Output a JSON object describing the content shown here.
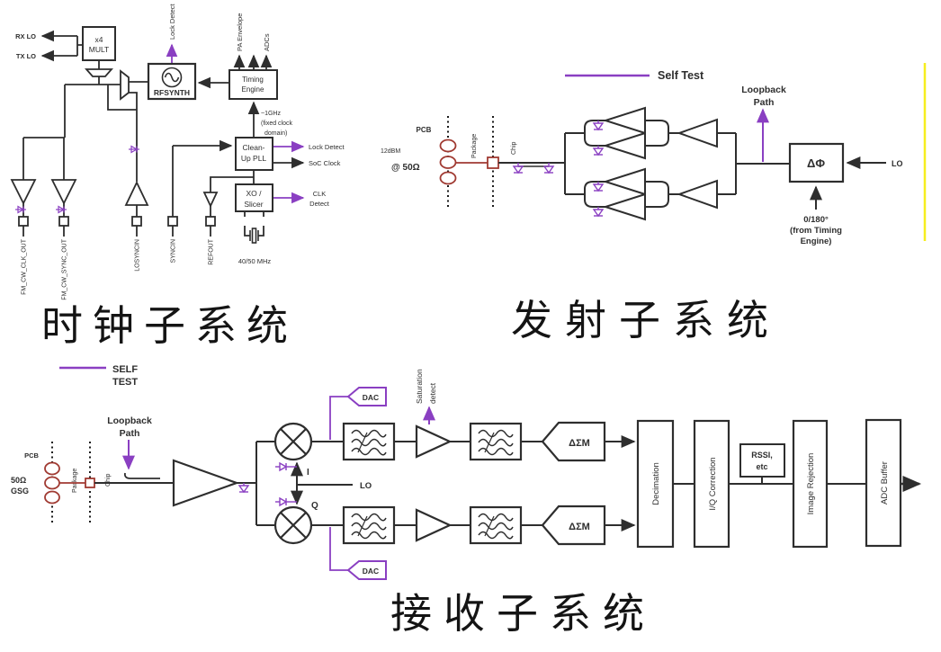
{
  "colors": {
    "line": "#2e2e2e",
    "purple": "#8a3fc2",
    "red": "#a03a32",
    "yellow": "#f6ee1e"
  },
  "clock": {
    "title": "时钟子系统",
    "labels": {
      "rx_lo": "RX LO",
      "tx_lo": "TX LO",
      "mult_l1": "x4",
      "mult_l2": "MULT",
      "rfsynth": "RFSYNTH",
      "lock_detect_top": "Lock Detect",
      "timing_l1": "Timing",
      "timing_l2": "Engine",
      "pa_envelope": "PA Envelope",
      "adcs": "ADCs",
      "ghz_l1": "~1GHz",
      "ghz_l2": "(fixed clock",
      "ghz_l3": "domain)",
      "pll_l1": "Clean-",
      "pll_l2": "Up PLL",
      "lock_detect": "Lock Detect",
      "soc_clock": "SoC Clock",
      "xo_l1": "XO /",
      "xo_l2": "Slicer",
      "clk_l1": "CLK",
      "clk_l2": "Detect",
      "xtal": "40/50 MHz",
      "port_clk_out": "FM_CW_CLK_OUT",
      "port_sync_out": "FM_CW_SYNC_OUT",
      "port_losyncin": "LOSYNCIN",
      "port_syncin": "SYNCIN",
      "port_refout": "REFOUT"
    }
  },
  "tx": {
    "title": "发射子系统",
    "labels": {
      "legend": "Self Test",
      "pcb": "PCB",
      "power": "12dBM",
      "impedance": "@ 50Ω",
      "package": "Package",
      "chip": "Chip",
      "loopback_l1": "Loopback",
      "loopback_l2": "Path",
      "phase": "ΔΦ",
      "lo": "LO",
      "phase_note_l1": "0/180°",
      "phase_note_l2": "(from Timing",
      "phase_note_l3": "Engine)"
    }
  },
  "rx": {
    "title": "接收子系统",
    "labels": {
      "legend_l1": "SELF",
      "legend_l2": "TEST",
      "pcb": "PCB",
      "imp_l1": "50Ω",
      "imp_l2": "GSG",
      "package": "Package",
      "chip": "Chip",
      "loopback_l1": "Loopback",
      "loopback_l2": "Path",
      "dac": "DAC",
      "lo": "LO",
      "i": "I",
      "q": "Q",
      "sat_l1": "Saturation",
      "sat_l2": "detect",
      "dsm": "ΔΣM",
      "decimation": "Decimation",
      "iq_correction": "I/Q Correction",
      "rssi_l1": "RSSI,",
      "rssi_l2": "etc",
      "image_rejection": "Image Rejection",
      "adc_buffer": "ADC Buffer"
    }
  }
}
